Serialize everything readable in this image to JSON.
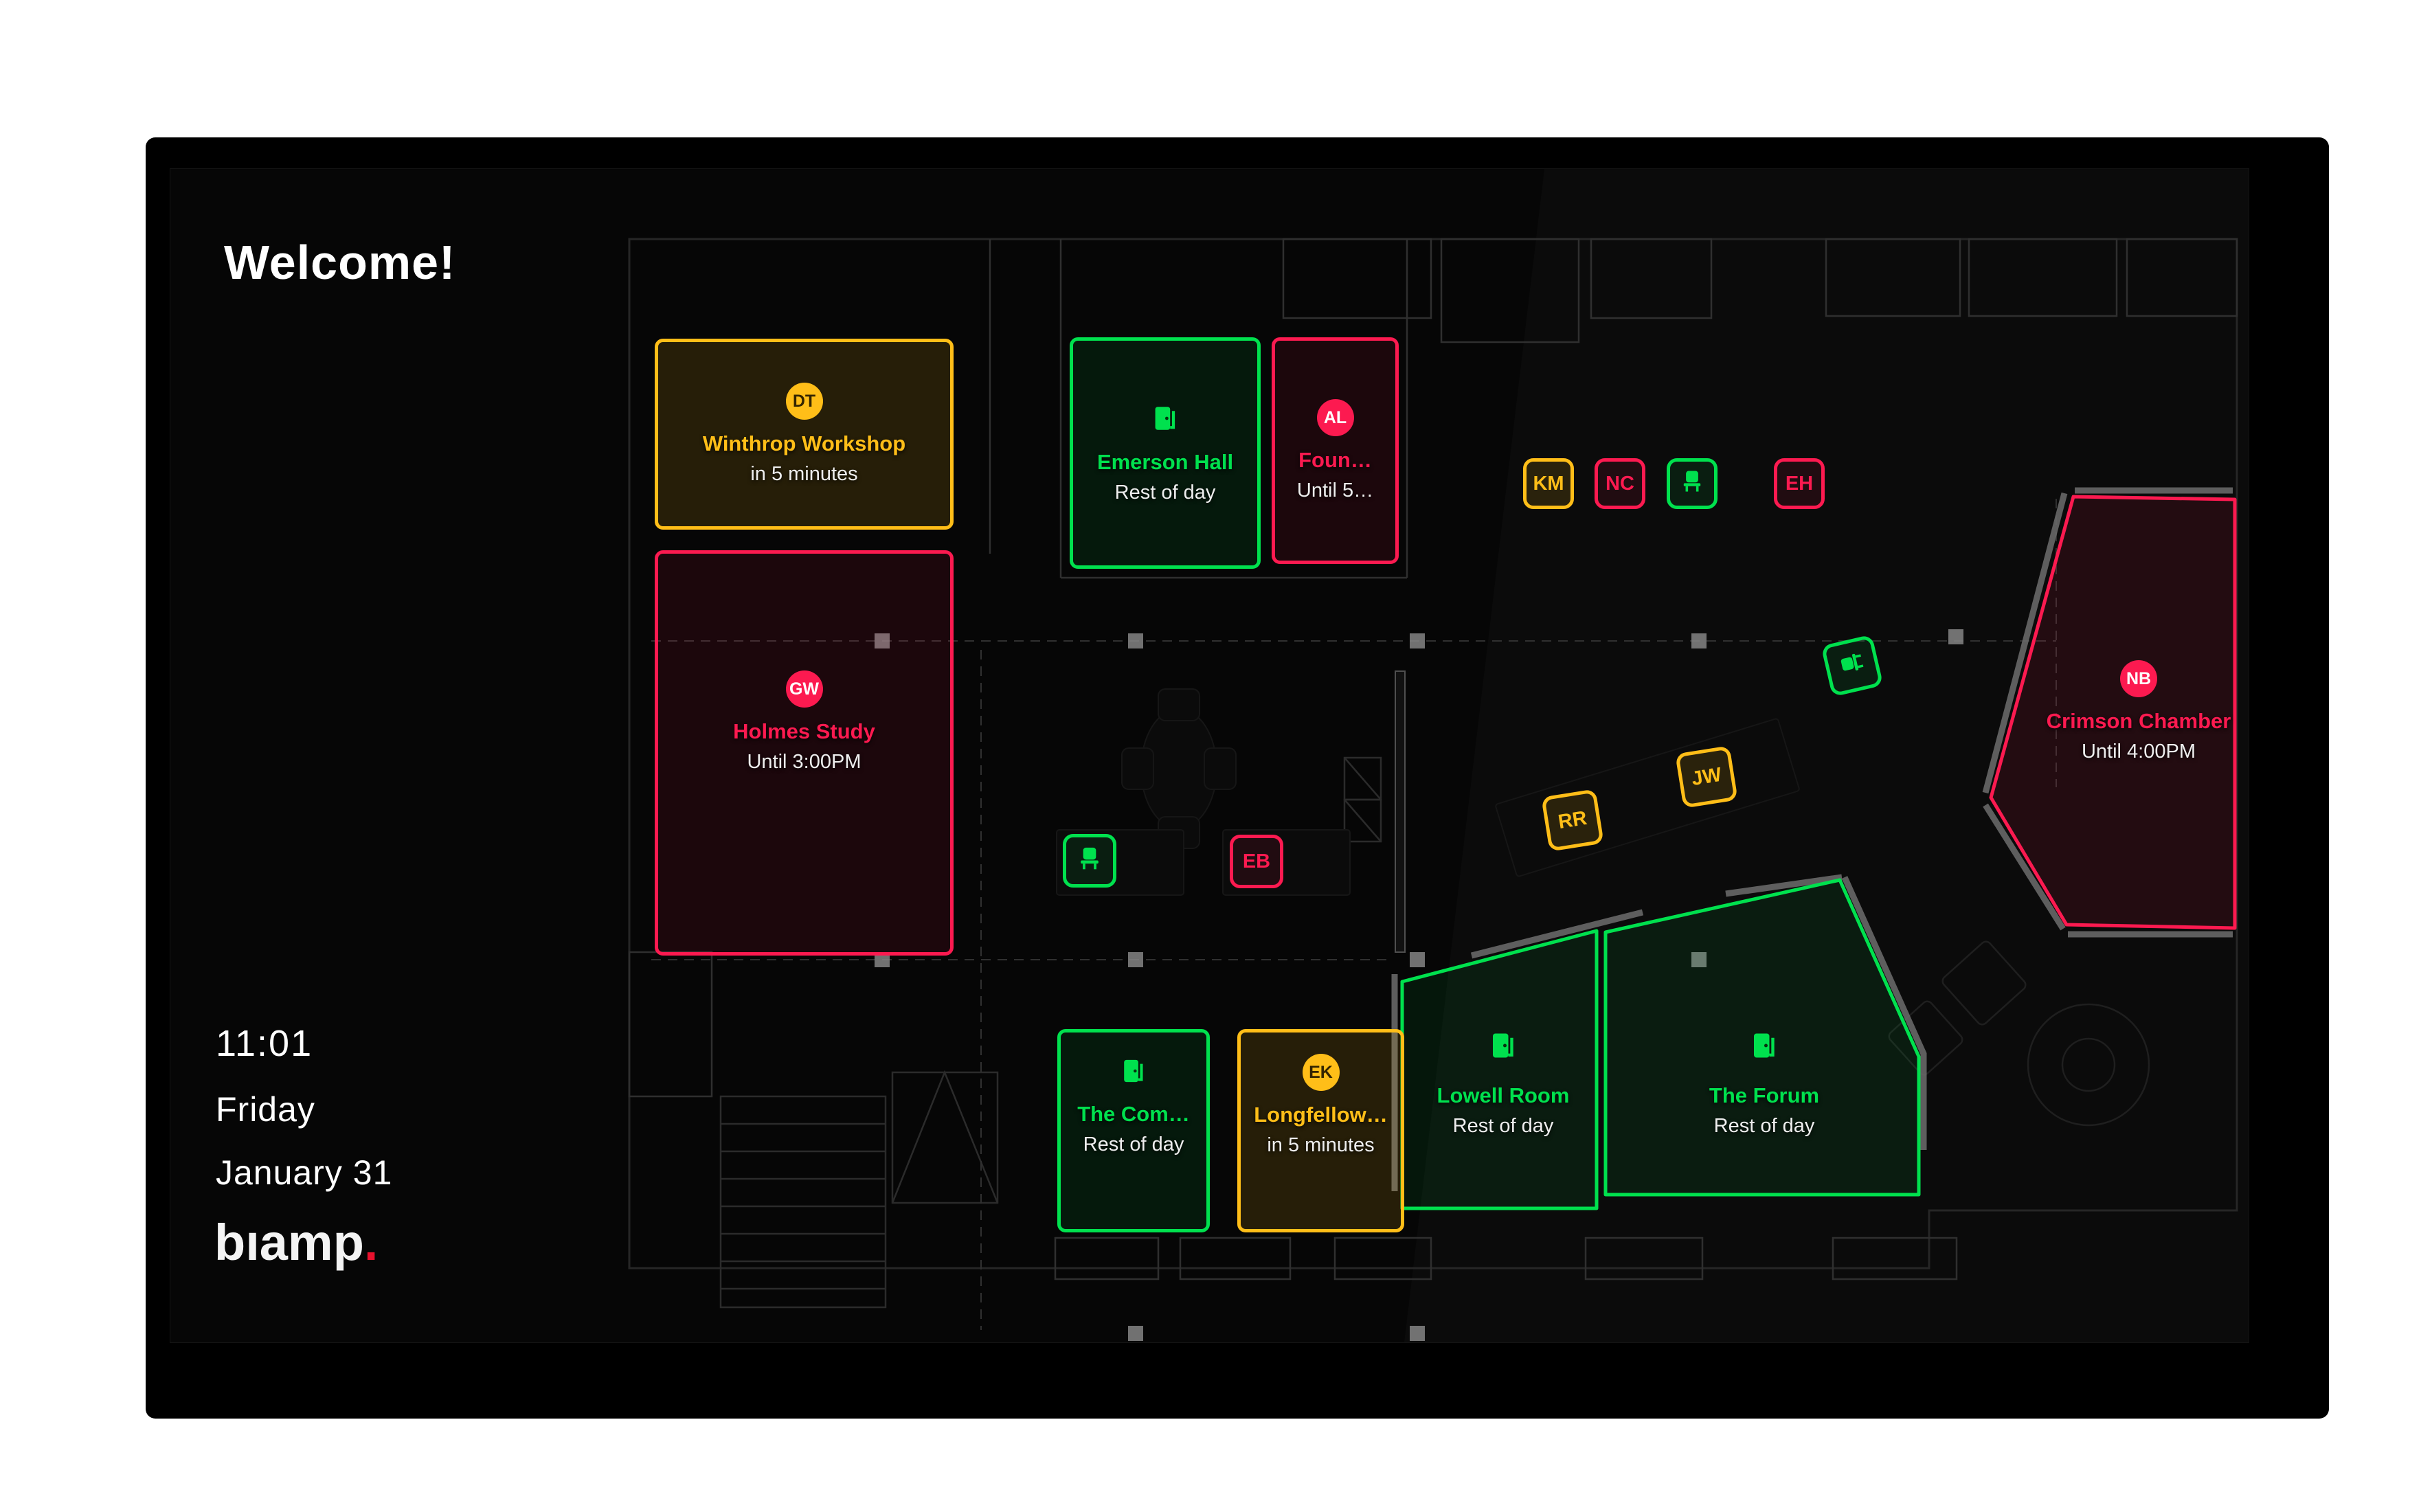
{
  "screen": {
    "welcome": "Welcome!"
  },
  "clock": {
    "time": "11:01",
    "weekday": "Friday",
    "date": "January 31"
  },
  "brand": {
    "logo": "bıamp",
    "dot": "."
  },
  "colors": {
    "available": "#00E14E",
    "soon": "#FFBE18",
    "busy": "#FC1A50",
    "text": "#F0F0F0",
    "screen_bg": "#060606",
    "bezel": "#000000",
    "logo_dot": "#E8112D"
  },
  "rooms": [
    {
      "name": "Winthrop Workshop",
      "status": "in 5 minutes",
      "state": "soon",
      "badge": "DT"
    },
    {
      "name": "Holmes Study",
      "status": "Until 3:00PM",
      "state": "busy",
      "badge": "GW"
    },
    {
      "name": "Emerson Hall",
      "status": "Rest of day",
      "state": "available",
      "icon": "door"
    },
    {
      "name": "Foun…",
      "status": "Until 5…",
      "state": "busy",
      "badge": "AL"
    },
    {
      "name": "Crimson Chamber",
      "status": "Until 4:00PM",
      "state": "busy",
      "badge": "NB"
    },
    {
      "name": "The Com…",
      "status": "Rest of day",
      "state": "available",
      "icon": "door"
    },
    {
      "name": "Longfellow…",
      "status": "in 5 minutes",
      "state": "soon",
      "badge": "EK"
    },
    {
      "name": "Lowell Room",
      "status": "Rest of day",
      "state": "available",
      "icon": "door"
    },
    {
      "name": "The Forum",
      "status": "Rest of day",
      "state": "available",
      "icon": "door"
    }
  ],
  "desk_badges": [
    {
      "label": "KM",
      "state": "soon"
    },
    {
      "label": "NC",
      "state": "busy"
    },
    {
      "label": "",
      "icon": "chair",
      "state": "available"
    },
    {
      "label": "EH",
      "state": "busy"
    },
    {
      "label": "",
      "icon": "chair",
      "state": "available"
    },
    {
      "label": "RR",
      "state": "soon"
    },
    {
      "label": "JW",
      "state": "soon"
    },
    {
      "label": "",
      "icon": "chair",
      "state": "available"
    },
    {
      "label": "EB",
      "state": "busy"
    }
  ]
}
